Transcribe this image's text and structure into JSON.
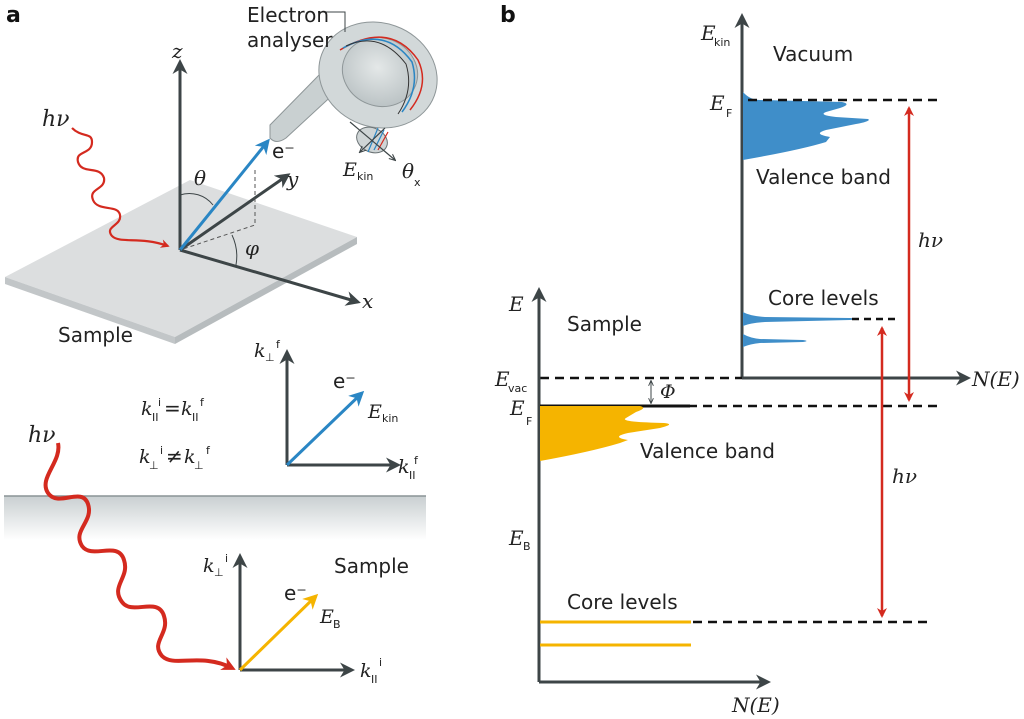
{
  "figure": {
    "panel_a": {
      "label": "a",
      "analyser_label_line1": "Electron",
      "analyser_label_line2": "analyser",
      "axes": {
        "z": "z",
        "y": "y",
        "x": "x"
      },
      "angles": {
        "theta": "θ",
        "phi": "φ"
      },
      "photon_label": "hν",
      "electron_label": "e⁻",
      "ekin_label": "E",
      "ekin_sub": "kin",
      "theta_x_label": "θ",
      "theta_x_sub": "x",
      "sample_label": "Sample",
      "momentum_diagram": {
        "k_perp_f_label": "k",
        "k_perp_f_sub": "⊥",
        "k_perp_f_sup": "f",
        "k_par_f_label": "k",
        "k_par_f_sub": "II",
        "k_par_f_sup": "f",
        "electron_label": "e⁻",
        "ekin_label": "E",
        "ekin_sub": "kin",
        "eq1_left": "k",
        "eq1_left_sub": "II",
        "eq1_left_sup": "i",
        "eq1_op": "=",
        "eq1_right": "k",
        "eq1_right_sub": "II",
        "eq1_right_sup": "f",
        "eq2_left": "k",
        "eq2_left_sub": "⊥",
        "eq2_left_sup": "i",
        "eq2_op": "≠",
        "eq2_right": "k",
        "eq2_right_sub": "⊥",
        "eq2_right_sup": "f",
        "photon_label": "hν",
        "sample_label": "Sample",
        "k_perp_i_label": "k",
        "k_perp_i_sub": "⊥",
        "k_perp_i_sup": "i",
        "k_par_i_label": "k",
        "k_par_i_sub": "II",
        "k_par_i_sup": "i",
        "electron_i_label": "e⁻",
        "eb_label": "E",
        "eb_sub": "B"
      }
    },
    "panel_b": {
      "label": "b",
      "ekin_axis_label": "E",
      "ekin_axis_sub": "kin",
      "vacuum_label": "Vacuum",
      "ef_top_label": "E",
      "ef_top_sub": "F",
      "valence_top_label": "Valence band",
      "hv_top_label": "hν",
      "core_top_label": "Core levels",
      "e_axis_label": "E",
      "sample_label": "Sample",
      "evac_label": "E",
      "evac_sub": "vac",
      "phi_label": "Φ",
      "ne_right_label": "N(E)",
      "ef_bottom_label": "E",
      "ef_bottom_sub": "F",
      "valence_bottom_label": "Valence band",
      "hv_bottom_label": "hν",
      "eb_label": "E",
      "eb_sub": "B",
      "core_bottom_label": "Core levels",
      "ne_bottom_label": "N(E)"
    },
    "colors": {
      "axis": "#3d4547",
      "photon": "#d42a1f",
      "electron_final": "#2a86c4",
      "electron_initial": "#f5b400",
      "valence_final": "#3f8ec9",
      "valence_initial": "#f5b400",
      "sample_plane": "#d9dbdc"
    }
  }
}
